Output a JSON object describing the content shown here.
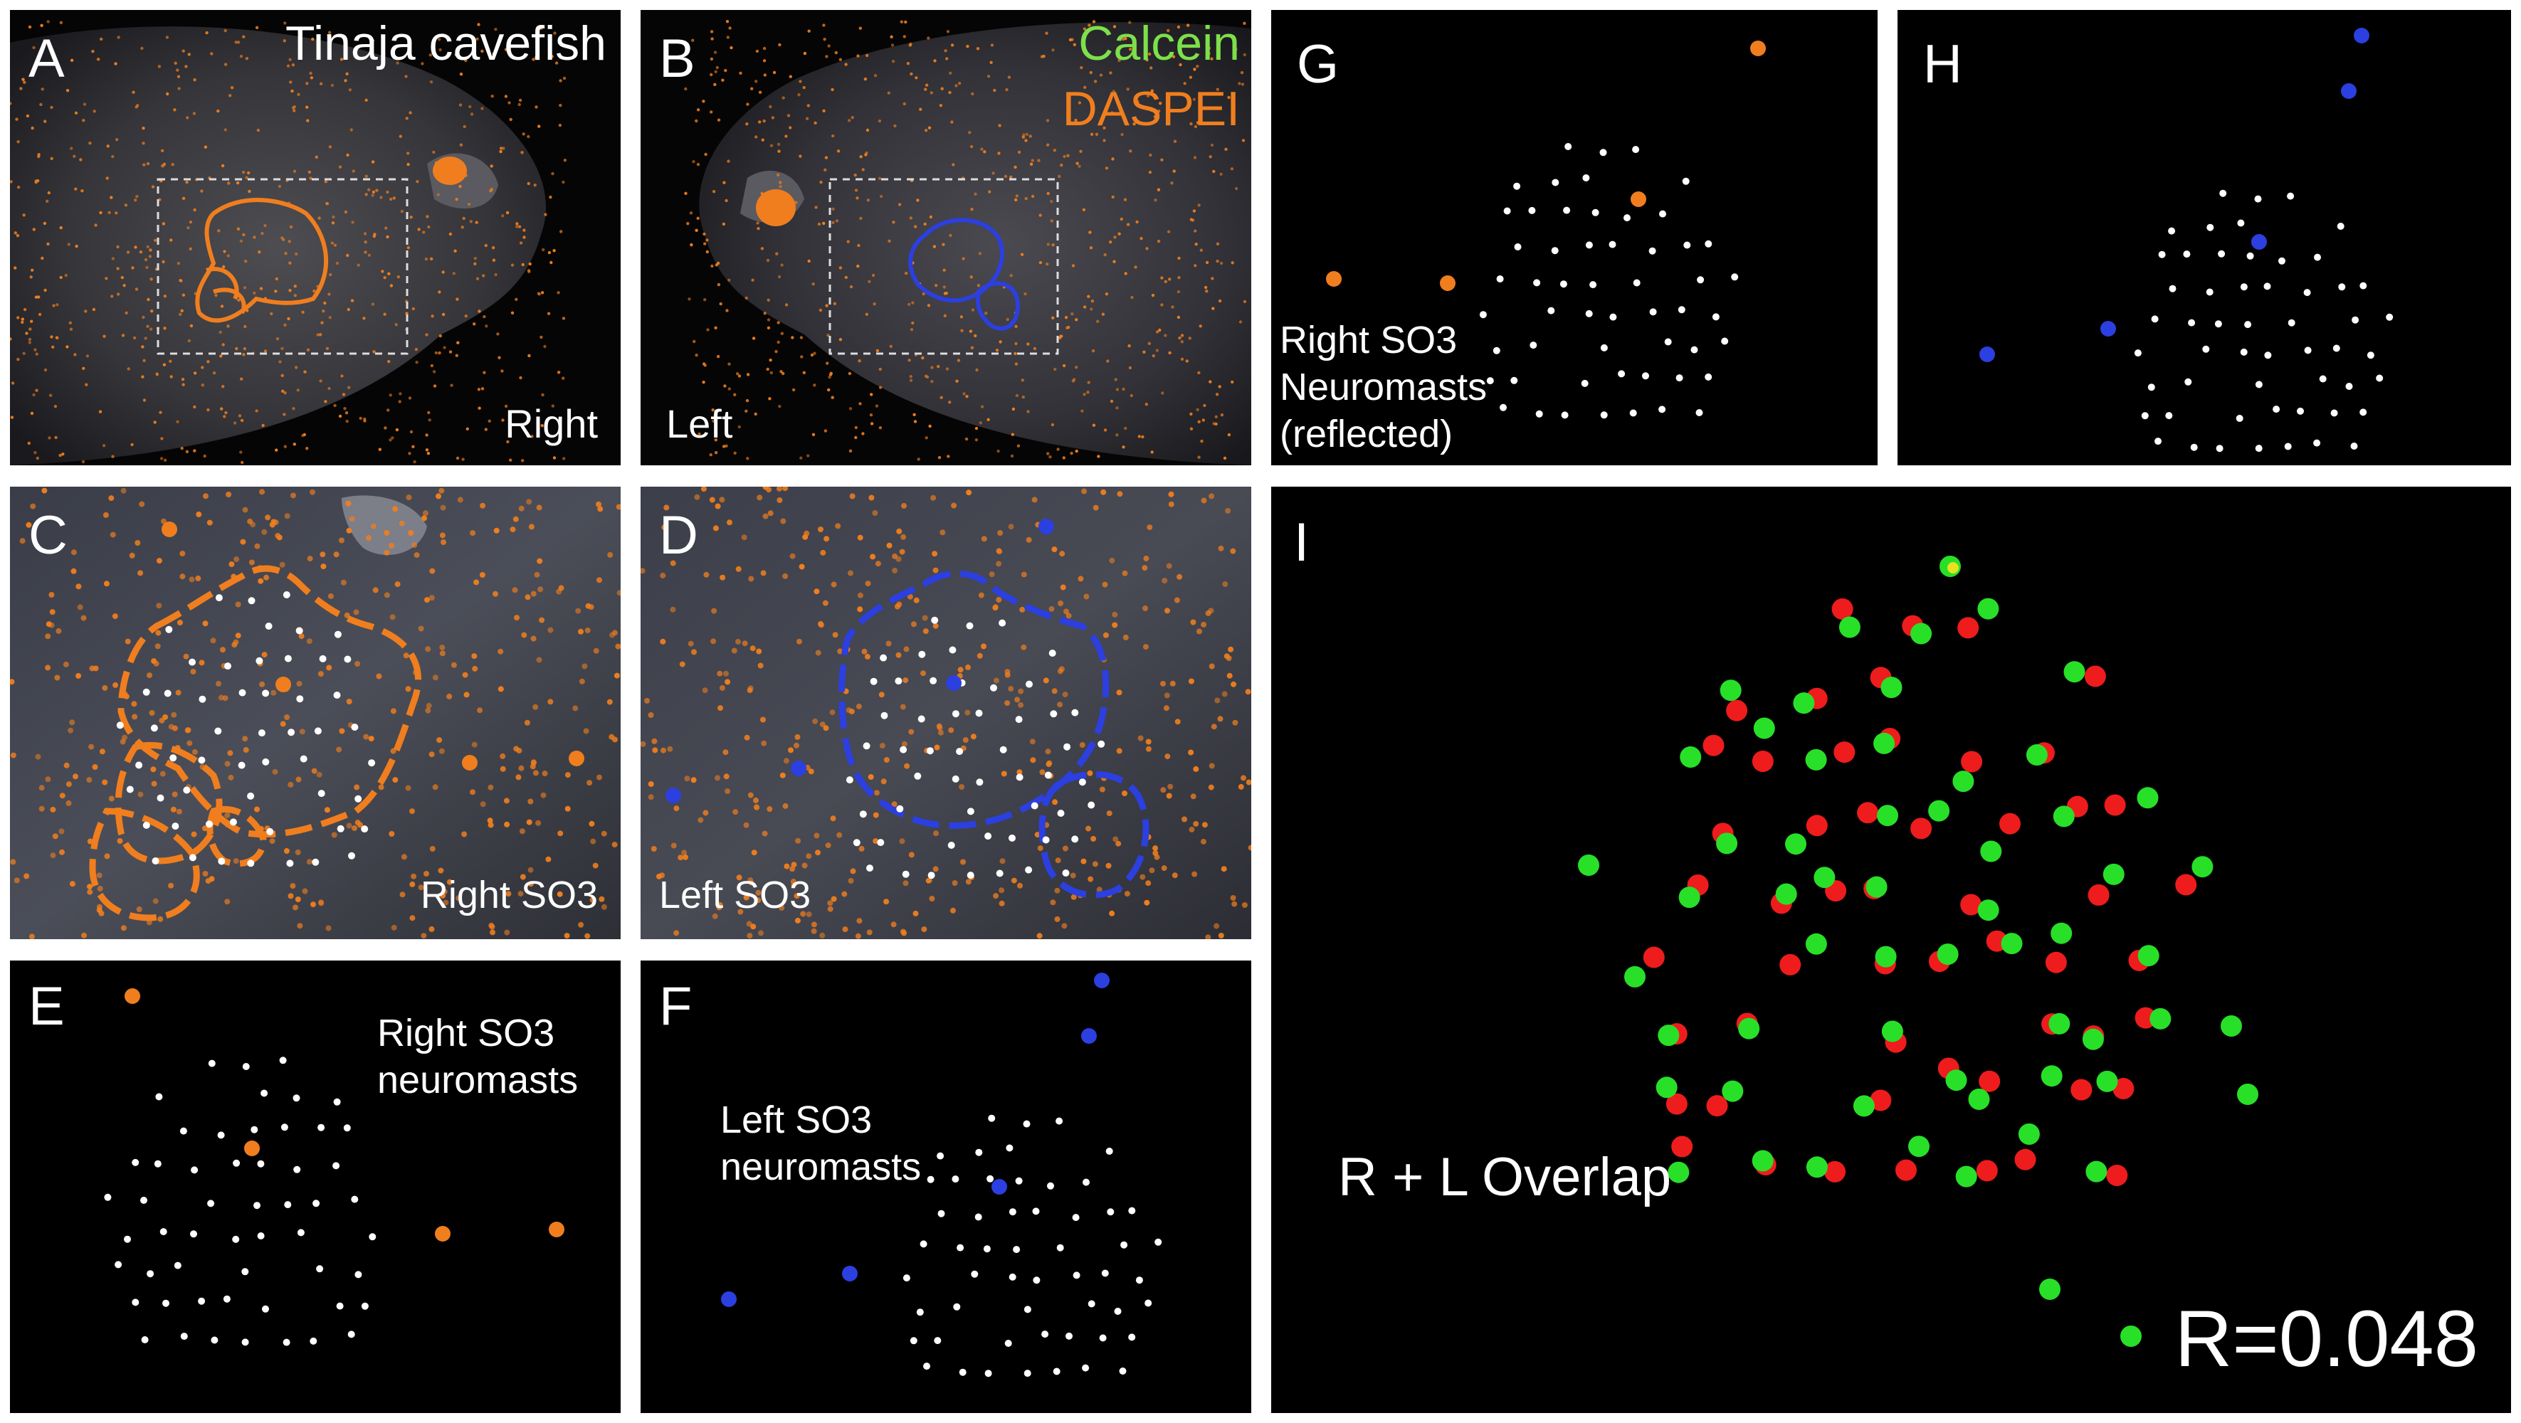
{
  "figure": {
    "panels": {
      "A": {
        "letter": "A",
        "title": "Tinaja cavefish",
        "side": "Right"
      },
      "B": {
        "letter": "B",
        "label_calcein": "Calcein",
        "label_daspei": "DASPEI",
        "side": "Left"
      },
      "C": {
        "letter": "C",
        "label": "Right SO3"
      },
      "D": {
        "letter": "D",
        "label": "Left SO3"
      },
      "E": {
        "letter": "E",
        "label_line1": "Right SO3",
        "label_line2": "neuromasts"
      },
      "F": {
        "letter": "F",
        "label_line1": "Left SO3",
        "label_line2": "neuromasts"
      },
      "G": {
        "letter": "G",
        "label_line1": "Right SO3",
        "label_line2": "Neuromasts",
        "label_line3": "(reflected)"
      },
      "H": {
        "letter": "H"
      },
      "I": {
        "letter": "I",
        "label": "R + L Overlap",
        "stat": "R=0.048"
      }
    },
    "colors": {
      "background": "#000000",
      "calcein": "#7de04a",
      "daspei": "#f07e1e",
      "right_outline": "#f07e1e",
      "left_outline": "#2c3fe0",
      "neuromast": "#ffffff",
      "outlier_right": "#f07e1e",
      "outlier_left": "#2c3fe0",
      "overlap_right": "#ee1c1c",
      "overlap_left": "#28e028",
      "overlap_both": "#e8e020"
    }
  }
}
